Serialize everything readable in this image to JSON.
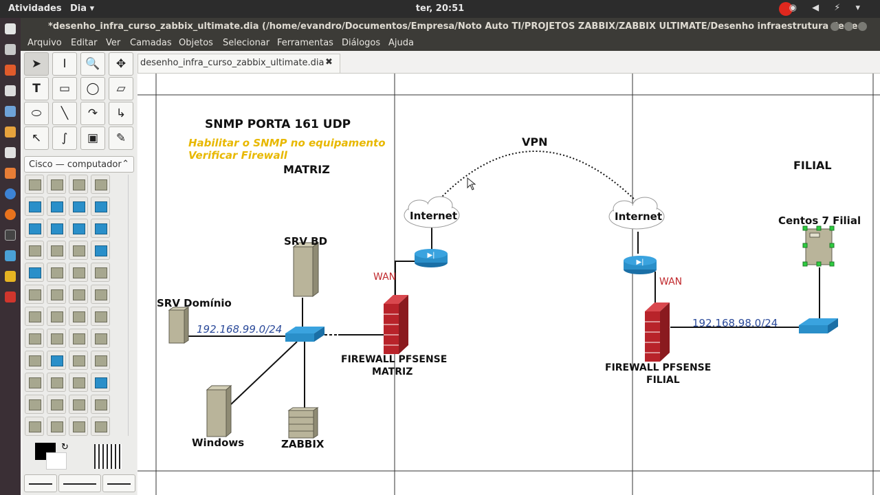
{
  "topbar": {
    "activities": "Atividades",
    "app": "Dia",
    "app_arrow": "▾",
    "clock": "ter, 20:51",
    "tray": "◉ ◀ ⚡ ▾"
  },
  "window": {
    "title": "*desenho_infra_curso_zabbix_ultimate.dia (/home/evandro/Documentos/Empresa/Noto Auto TI/PROJETOS ZABBIX/ZABBIX ULTIMATE/Desenho infraestrutura de rede) - dia"
  },
  "menu": [
    "Arquivo",
    "Editar",
    "Ver",
    "Camadas",
    "Objetos",
    "Selecionar",
    "Ferramentas",
    "Diálogos",
    "Ajuda"
  ],
  "toolbox": {
    "tools": [
      "pointer",
      "text-cursor",
      "zoom",
      "move",
      "text",
      "box",
      "ellipse",
      "polygon",
      "beziergon",
      "line",
      "arc",
      "zigzag",
      "polyline",
      "bezier",
      "image",
      "outline"
    ],
    "sheet": "Cisco — computador",
    "sheet_arrow": "⌃"
  },
  "tab": {
    "label": "desenho_infra_curso_zabbix_ultimate.dia",
    "close": "✖"
  },
  "diagram": {
    "title": "SNMP PORTA 161 UDP",
    "note_line1": "Habilitar o SNMP no equipamento",
    "note_line2": "Verificar Firewall",
    "matriz": "MATRIZ",
    "filial": "FILIAL",
    "vpn": "VPN",
    "internet_left": "Internet",
    "internet_right": "Internet",
    "srv_bd": "SRV BD",
    "srv_dominio": "SRV Domínio",
    "net_matriz": "192.168.99.0/24",
    "net_filial": "192.168.98.0/24",
    "wan_left": "WAN",
    "wan_right": "WAN",
    "fw_matriz_1": "FIREWALL PFSENSE",
    "fw_matriz_2": "MATRIZ",
    "fw_filial_1": "FIREWALL PFSENSE",
    "fw_filial_2": "FILIAL",
    "windows": "Windows",
    "zabbix": "ZABBIX",
    "centos": "Centos 7 Filial"
  },
  "colors": {
    "cisco_blue": "#2a8fc9",
    "firewall_red": "#b8232a",
    "server_beige": "#b9b49a",
    "wan_red": "#c0282c",
    "net_blue": "#2b4a9a",
    "note_yellow": "#e8b800"
  }
}
